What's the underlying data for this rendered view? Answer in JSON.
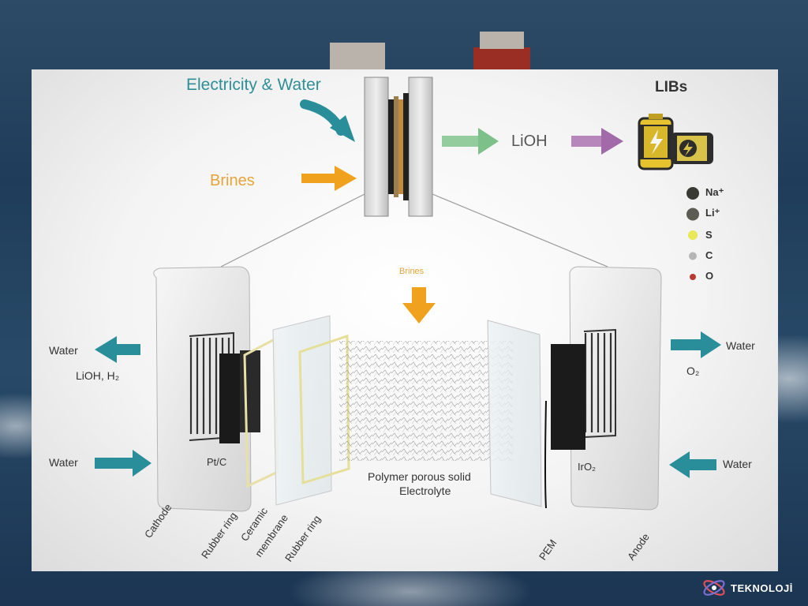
{
  "top": {
    "electricity_water": "Electricity & Water",
    "brines": "Brines",
    "lioh": "LiOH",
    "libs": "LIBs"
  },
  "legend": [
    {
      "label": "Na⁺",
      "color": "#3a3a35"
    },
    {
      "label": "Li⁺",
      "color": "#5c5c52"
    },
    {
      "label": "S",
      "color": "#e8e85a"
    },
    {
      "label": "C",
      "color": "#b5b5b5"
    },
    {
      "label": "O",
      "color": "#b83a2e"
    }
  ],
  "bottom": {
    "brines_small": "Brines",
    "water_out_left": "Water",
    "lioh_h2": "LiOH, H₂",
    "water_in_left": "Water",
    "pt_c": "Pt/C",
    "water_out_right": "Water",
    "o2": "O₂",
    "water_in_right": "Water",
    "iro2": "IrO₂",
    "electrolyte_line1": "Polymer porous solid",
    "electrolyte_line2": "Electrolyte"
  },
  "component_labels": {
    "cathode": "Cathode",
    "rubber_ring_1": "Rubber ring",
    "ceramic_1": "Ceramic",
    "ceramic_2": "membrane",
    "rubber_ring_2": "Rubber ring",
    "pem": "PEM",
    "anode": "Anode"
  },
  "watermark": "TEKNOLOJİ",
  "colors": {
    "teal_arrow": "#2a8e9a",
    "orange_arrow": "#f0a21e",
    "green_arrow": "#7ec08a",
    "purple_arrow": "#a26aa8",
    "title_teal": "#2f8f95",
    "brines_orange": "#e8a43a"
  }
}
